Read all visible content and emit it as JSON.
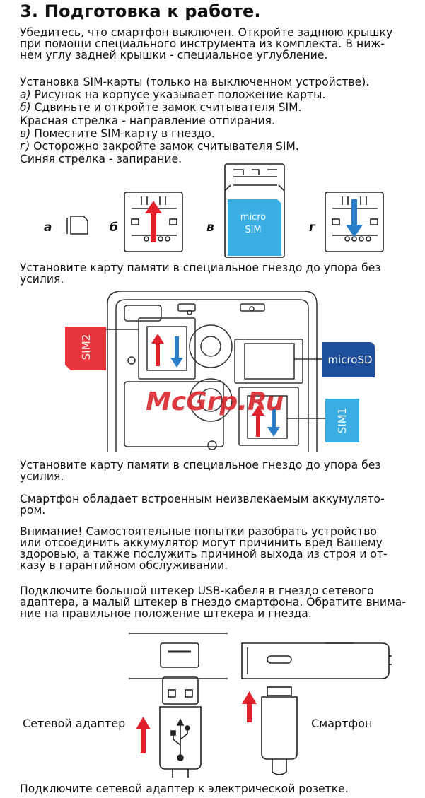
{
  "title": "3. Подготовка к работе.",
  "intro": [
    "Убедитесь, что смартфон выключен. Откройте заднюю крышку",
    "при помощи специального инструмента из  комплекта. В ниж-",
    "нем углу задней крышки - специальное углубление."
  ],
  "sim": {
    "heading": "Установка SIM-карты (только на выключенном устройстве).",
    "steps": [
      {
        "marker": "а)",
        "text": " Рисунок на корпусе указывает положение карты."
      },
      {
        "marker": "б)",
        "text": " Сдвиньте и откройте замок считывателя SIM."
      },
      {
        "marker": "",
        "text": "Красная стрелка - направление отпирания."
      },
      {
        "marker": "в)",
        "text": " Поместите SIM-карту в гнездо."
      },
      {
        "marker": "г)",
        "text": " Осторожно закройте замок считывателя SIM."
      },
      {
        "marker": "",
        "text": "Синяя стрелка - запирание."
      }
    ]
  },
  "figure1": {
    "labels": [
      "а",
      "б",
      "в",
      "г"
    ],
    "card_text_1": "micro",
    "card_text_2": "SIM"
  },
  "memcard_text_1": [
    "Установите карту памяти в специальное гнездо до упора без",
    "усилия."
  ],
  "figure2": {
    "sim2": "SIM2",
    "sim1": "SIM1",
    "microsd": "microSD",
    "watermark": "McGrp.Ru"
  },
  "paragraphs": [
    [
      "Установите карту памяти в специальное гнездо до упора без",
      "усилия."
    ],
    [
      "Смартфон обладает встроенным неизвлекаемым аккумулято-",
      "ром."
    ],
    [
      "Внимание! Самостоятельные попытки разобрать устройство",
      "или отсоединить аккумулятор могут причинить вред Вашему",
      "здоровью, а также послужить причиной выхода из строя и от-",
      "казу в гарантийном обслуживании."
    ],
    [
      "Подключите большой штекер USB-кабеля в гнездо сетевого",
      "адаптера, а малый штекер в гнездо смартфона. Обратите внима-",
      "ние на правильное положение штекера и гнезда."
    ]
  ],
  "figure3": {
    "adapter_label": "Сетевой адаптер",
    "phone_label": "Смартфон"
  },
  "footer": "Подключите сетевой адаптер к электрической розетке.",
  "colors": {
    "red": "#e0202a",
    "blue": "#2a7ec8",
    "navy": "#1d4f9c",
    "cyan": "#3aaee3",
    "simred": "#e8343b"
  }
}
